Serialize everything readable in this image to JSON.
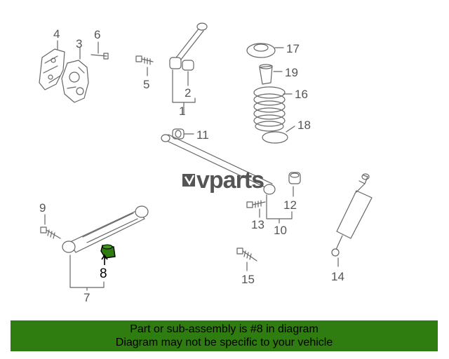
{
  "callouts": {
    "c1": "1",
    "c2": "2",
    "c3": "3",
    "c4": "4",
    "c5": "5",
    "c6": "6",
    "c7": "7",
    "c8": "8",
    "c9": "9",
    "c10": "10",
    "c11": "11",
    "c12": "12",
    "c13": "13",
    "c14": "14",
    "c15": "15",
    "c16": "16",
    "c17": "17",
    "c18": "18",
    "c19": "19"
  },
  "watermark": "vparts",
  "highlight_color": "#2f7d10",
  "banner": {
    "line1": "Part or sub-assembly is #8 in diagram",
    "line2": "Diagram may not be specific to your vehicle"
  }
}
